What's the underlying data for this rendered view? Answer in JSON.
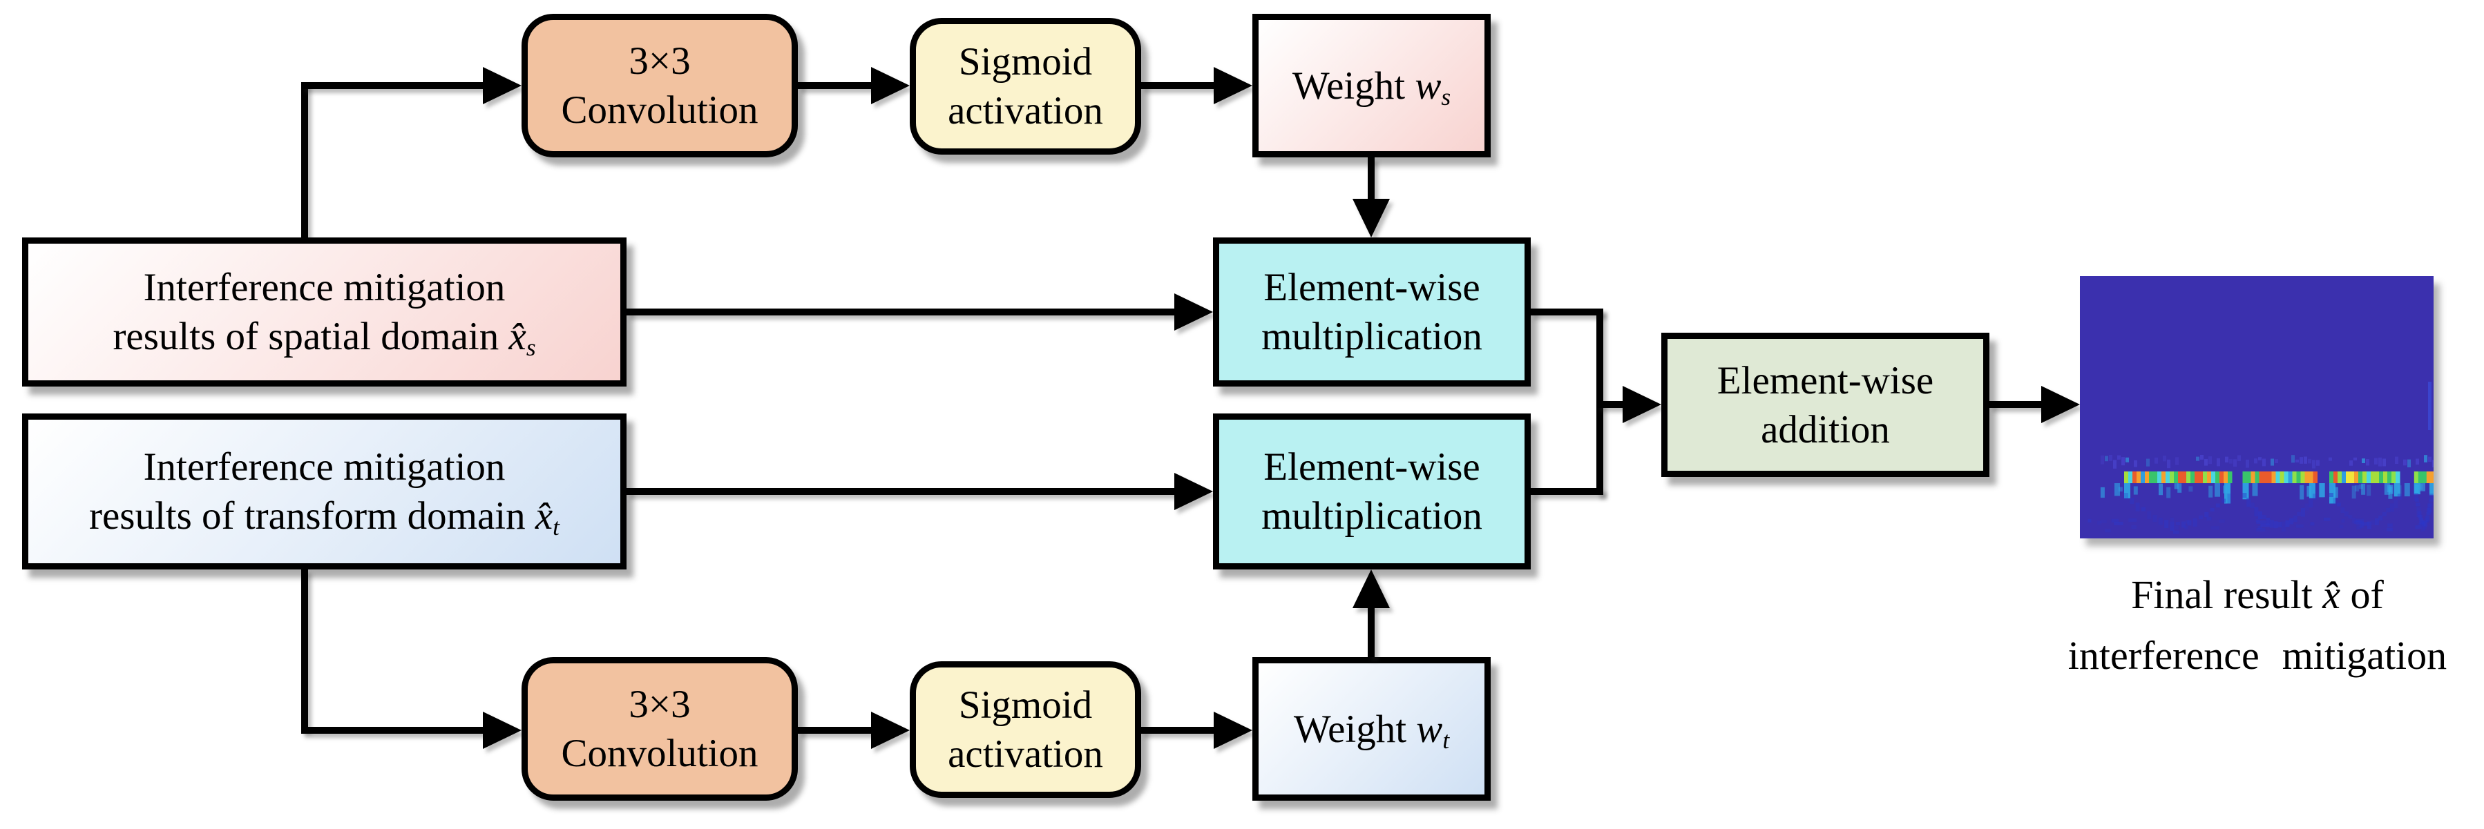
{
  "diagram": {
    "title_none": "",
    "nodes": {
      "conv_top": {
        "line1": "3×3",
        "line2": "Convolution"
      },
      "sigmoid_top": {
        "line1": "Sigmoid",
        "line2": "activation"
      },
      "weight_s": {
        "prefix": "Weight ",
        "var": "w",
        "sub": "s"
      },
      "input_spatial": {
        "line1": "Interference mitigation",
        "line2": "results of spatial domain ",
        "var": "x̂",
        "sub": "s"
      },
      "mult_top": {
        "line1": "Element-wise",
        "line2": "multiplication"
      },
      "input_transform": {
        "line1": "Interference mitigation",
        "line2": "results of transform domain ",
        "var": "x̂",
        "sub": "t"
      },
      "mult_bottom": {
        "line1": "Element-wise",
        "line2": "multiplication"
      },
      "addition": {
        "line1": "Element-wise",
        "line2": "addition"
      },
      "conv_bottom": {
        "line1": "3×3",
        "line2": "Convolution"
      },
      "sigmoid_bottom": {
        "line1": "Sigmoid",
        "line2": "activation"
      },
      "weight_t": {
        "prefix": "Weight ",
        "var": "w",
        "sub": "t"
      },
      "output_caption": {
        "line1_prefix": "Final result ",
        "var": "x̂",
        "line1_suffix": " of",
        "line2": "interference mitigation"
      }
    },
    "colors": {
      "conv_fill": "#f2c2a0",
      "sigmoid_fill": "#fbf3cd",
      "mult_fill": "#b9f1f2",
      "add_fill": "#dfe9d5",
      "pink_end": "#f8d3d0",
      "blue_end": "#cfe0f4",
      "line_color": "#000000",
      "spec_bg": "#3b30ae"
    },
    "spectrogram": {
      "bg": "#3b30ae",
      "band_y_frac": 0.745,
      "band_height": 17,
      "band_segments": [
        [
          0.125,
          0.42
        ],
        [
          0.46,
          0.66
        ],
        [
          0.705,
          0.9
        ],
        [
          0.945,
          1.0
        ]
      ],
      "band_palette": [
        "#39c46a",
        "#a6de3c",
        "#f0e63c",
        "#f5a02e",
        "#ea5b2b",
        "#49d6e0",
        "#2f9de0",
        "#8fe04a"
      ],
      "speckle_color": "#4a44cf",
      "tick_color": "#2fa9e6",
      "blob_color": "#2c37c9",
      "edge_streak_color": "#3d55e8"
    }
  }
}
